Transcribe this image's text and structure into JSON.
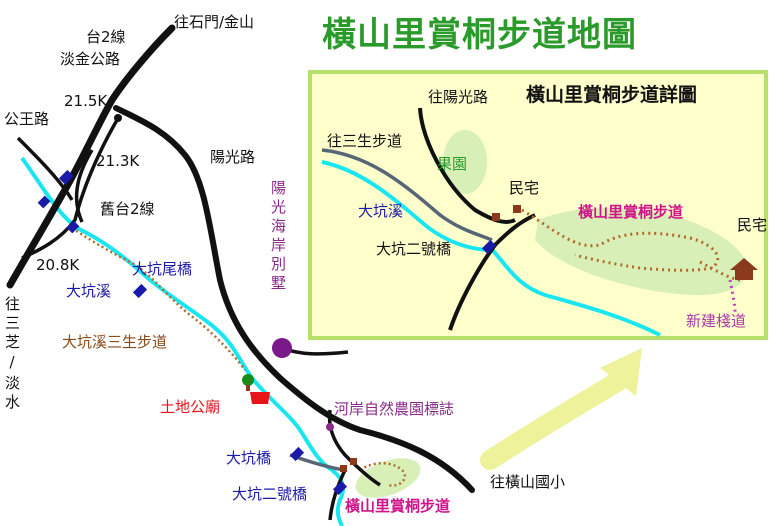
{
  "title": "橫山里賞桐步道地圖",
  "inset": {
    "title": "橫山里賞桐步道詳圖",
    "labels": {
      "to_yangguang": "往陽光路",
      "to_sansheng_trail": "往三生步道",
      "orchard": "果園",
      "residence_1": "民宅",
      "residence_2": "民宅",
      "dakeng_creek": "大坑溪",
      "dakeng_no2_bridge": "大坑二號橋",
      "tung_trail": "橫山里賞桐步道",
      "new_boardwalk": "新建棧道"
    }
  },
  "main": {
    "labels": {
      "to_shimen_jinshan": "往石門/金山",
      "route_tai2": "台2線",
      "route_danjin": "淡金公路",
      "km_21_5": "21.5K",
      "gongwang_road": "公王路",
      "km_21_3": "21.3K",
      "old_tai2": "舊台2線",
      "yangguang_road": "陽光路",
      "km_20_8": "20.8K",
      "dakeng_tail_bridge": "大坑尾橋",
      "dakeng_creek": "大坑溪",
      "to_sanzhi_tamsui": "往三芝/淡水",
      "sansheng_trail": "大坑溪三生步道",
      "yangguang_villa": "陽光海岸別墅",
      "tudi_temple": "土地公廟",
      "farm_sign": "河岸自然農園標誌",
      "dakeng_bridge": "大坑橋",
      "dakeng_no2_bridge": "大坑二號橋",
      "tung_trail": "橫山里賞桐步道",
      "to_hengshan_school": "往橫山國小"
    }
  },
  "colors": {
    "title": "#2a9a2a",
    "road": "#111111",
    "creek": "#19e6f0",
    "bridge": "#1a1aa8",
    "side_road": "#556677",
    "trail": "#b06a2a",
    "trail_area": "#d8efb8",
    "inset_bg": "#ffffcc",
    "inset_border": "#b6e06a",
    "villa": "#7a1a8a",
    "temple": "#e8141a",
    "house": "#8a3a1a",
    "boardwalk": "#c03ac0",
    "arrow": "#eef29a"
  }
}
